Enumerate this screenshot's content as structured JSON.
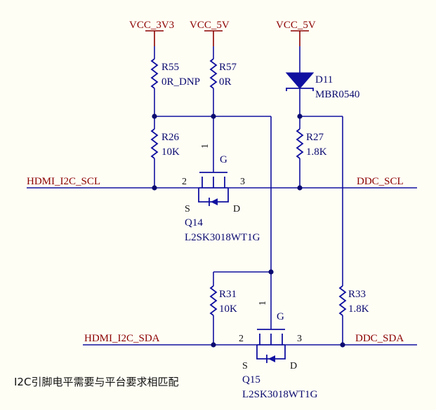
{
  "power": {
    "vcc3v3": "VCC_3V3",
    "vcc5v_a": "VCC_5V",
    "vcc5v_b": "VCC_5V"
  },
  "nets": {
    "hdmi_scl": "HDMI_I2C_SCL",
    "ddc_scl": "DDC_SCL",
    "hdmi_sda": "HDMI_I2C_SDA",
    "ddc_sda": "DDC_SDA"
  },
  "components": {
    "r55": {
      "ref": "R55",
      "value": "0R_DNP"
    },
    "r57": {
      "ref": "R57",
      "value": "0R"
    },
    "r26": {
      "ref": "R26",
      "value": "10K"
    },
    "r27": {
      "ref": "R27",
      "value": "1.8K"
    },
    "r31": {
      "ref": "R31",
      "value": "10K"
    },
    "r33": {
      "ref": "R33",
      "value": "1.8K"
    },
    "d11": {
      "ref": "D11",
      "value": "MBR0540"
    },
    "q14": {
      "ref": "Q14",
      "value": "L2SK3018WT1G",
      "gate": "G",
      "source": "S",
      "drain": "D",
      "pin1": "1",
      "pin2": "2",
      "pin3": "3"
    },
    "q15": {
      "ref": "Q15",
      "value": "L2SK3018WT1G",
      "gate": "G",
      "source": "S",
      "drain": "D",
      "pin1": "1",
      "pin2": "2",
      "pin3": "3"
    }
  },
  "note": "I2C引脚电平需要与平台要求相匹配"
}
